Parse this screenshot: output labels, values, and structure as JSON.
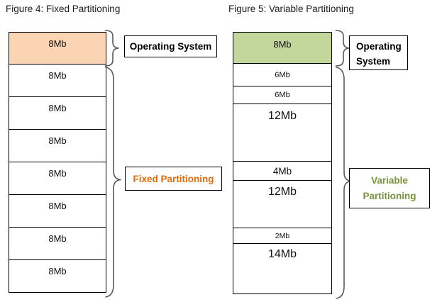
{
  "figure4": {
    "title": "Figure 4: Fixed Partitioning",
    "partitions": [
      {
        "label": "8Mb",
        "role": "operating-system"
      },
      {
        "label": "8Mb"
      },
      {
        "label": "8Mb"
      },
      {
        "label": "8Mb"
      },
      {
        "label": "8Mb"
      },
      {
        "label": "8Mb"
      },
      {
        "label": "8Mb"
      },
      {
        "label": "8Mb"
      }
    ],
    "os_label": "Operating System",
    "scheme_label": "Fixed Partitioning",
    "colors": {
      "os_fill": "#FBD4B4",
      "scheme_text": "#E36C0A",
      "brace": "#595959"
    }
  },
  "figure5": {
    "title": "Figure 5: Variable Partitioning",
    "partitions": [
      {
        "label": "8Mb",
        "role": "operating-system"
      },
      {
        "label": "6Mb"
      },
      {
        "label": "6Mb"
      },
      {
        "label": "12Mb"
      },
      {
        "label": "4Mb"
      },
      {
        "label": "12Mb"
      },
      {
        "label": "2Mb"
      },
      {
        "label": "14Mb"
      }
    ],
    "os_label_line1": "Operating",
    "os_label_line2": "System",
    "scheme_label_line1": "Variable",
    "scheme_label_line2": "Partitioning",
    "colors": {
      "os_fill": "#C3D69B",
      "scheme_text": "#77933C",
      "brace": "#595959"
    }
  }
}
